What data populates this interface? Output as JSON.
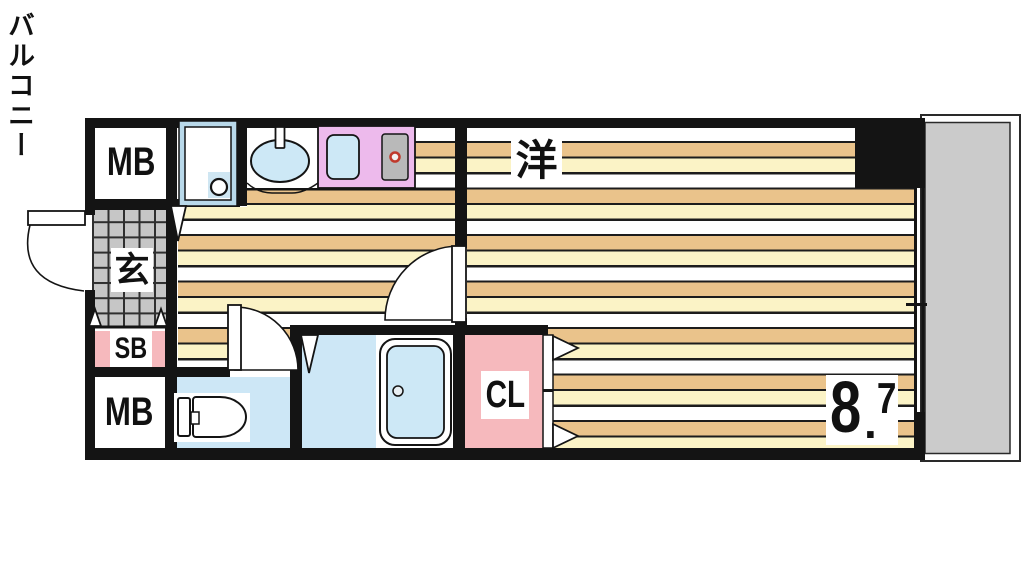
{
  "plan": {
    "type": "apartment-floor-plan",
    "labels": {
      "meter_box_top": "MB",
      "entrance": "玄",
      "shoe_box": "SB",
      "meter_box_bottom": "MB",
      "closet": "CL",
      "western_room": "洋",
      "balcony": "バルコニー",
      "size_int": "8",
      "size_dot": ".",
      "size_sup": "7"
    },
    "icons": {
      "washing_machine_pan": "square-pan-with-drain",
      "wash_basin": "oval-basin-with-faucet",
      "kitchen_unit": "sink-and-burner",
      "stove_burner": "red-ring",
      "toilet": "tank-and-bowl",
      "bathtub": "double-outline-tub",
      "entrance_door": "swing-arc",
      "room_door": "swing-arc",
      "toilet_door": "swing-arc",
      "bath_folding_door": "v-mark",
      "washroom_folding_door": "v-mark",
      "closet_folding_door": "arrow-triangles",
      "window": "double-line",
      "genkan_step": "triangle-marks"
    },
    "colors": {
      "wall": "#141414",
      "floor_tan": "#eac38b",
      "floor_cream": "#fbf3c6",
      "wet_area_blue": "#cde7f6",
      "closet_pink": "#f6b9bd",
      "kitchen_purple": "#edbaec",
      "tile_gray": "#c6c6c6",
      "balcony_gray": "#cbcbcb",
      "stove_red": "#c0392b",
      "pan_blue": "#b9d9ea"
    }
  }
}
